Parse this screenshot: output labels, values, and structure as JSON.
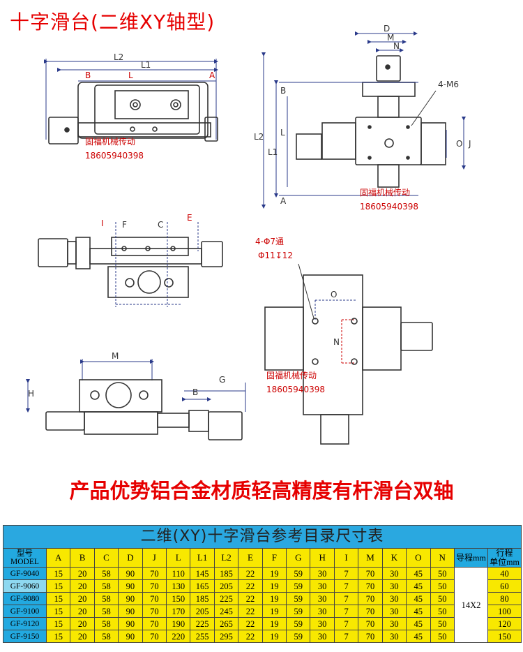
{
  "title": "十字滑台(二维XY轴型)",
  "watermark": {
    "company": "固福机械传动",
    "phone": "18605940398"
  },
  "drawing_labels": {
    "top_left": {
      "L2": "L2",
      "L1": "L1",
      "L": "L",
      "B": "B",
      "A": "A"
    },
    "top_right": {
      "D": "D",
      "M": "M",
      "N": "N",
      "hole": "4-M6",
      "B": "B",
      "L2": "L2",
      "L": "L",
      "L1": "L1",
      "A": "A",
      "O": "O",
      "J": "J"
    },
    "mid_left": {
      "I": "I",
      "F": "F",
      "C": "C",
      "E": "E"
    },
    "mid_right": {
      "hole1": "4-Φ7通",
      "hole2": "Φ11↧12",
      "O": "O",
      "N": "N"
    },
    "bottom_left": {
      "M": "M",
      "H": "H",
      "B": "B",
      "G": "G"
    }
  },
  "slogan": "产品优势铝合金材质轻高精度有杆滑台双轴",
  "table": {
    "caption": "二维(XY)十字滑台参考目录尺寸表",
    "model_header": [
      "型号",
      "MODEL"
    ],
    "columns": [
      "A",
      "B",
      "C",
      "D",
      "J",
      "L",
      "L1",
      "L2",
      "E",
      "F",
      "G",
      "H",
      "I",
      "M",
      "K",
      "O",
      "N"
    ],
    "lead_header": "导程mm",
    "stroke_header": [
      "行程",
      "单位mm"
    ],
    "lead_value": "14X2",
    "rows": [
      {
        "model": "GF-9040",
        "values": [
          "15",
          "20",
          "58",
          "90",
          "70",
          "110",
          "145",
          "185",
          "22",
          "19",
          "59",
          "30",
          "7",
          "70",
          "30",
          "45",
          "50"
        ],
        "stroke": "40"
      },
      {
        "model": "GF-9060",
        "values": [
          "15",
          "20",
          "58",
          "90",
          "70",
          "130",
          "165",
          "205",
          "22",
          "19",
          "59",
          "30",
          "7",
          "70",
          "30",
          "45",
          "50"
        ],
        "stroke": "60"
      },
      {
        "model": "GF-9080",
        "values": [
          "15",
          "20",
          "58",
          "90",
          "70",
          "150",
          "185",
          "225",
          "22",
          "19",
          "59",
          "30",
          "7",
          "70",
          "30",
          "45",
          "50"
        ],
        "stroke": "80"
      },
      {
        "model": "GF-9100",
        "values": [
          "15",
          "20",
          "58",
          "90",
          "70",
          "170",
          "205",
          "245",
          "22",
          "19",
          "59",
          "30",
          "7",
          "70",
          "30",
          "45",
          "50"
        ],
        "stroke": "100"
      },
      {
        "model": "GF-9120",
        "values": [
          "15",
          "20",
          "58",
          "90",
          "70",
          "190",
          "225",
          "265",
          "22",
          "19",
          "59",
          "30",
          "7",
          "70",
          "30",
          "45",
          "50"
        ],
        "stroke": "120"
      },
      {
        "model": "GF-9150",
        "values": [
          "15",
          "20",
          "58",
          "90",
          "70",
          "220",
          "255",
          "295",
          "22",
          "19",
          "59",
          "30",
          "7",
          "70",
          "30",
          "45",
          "50"
        ],
        "stroke": "150"
      }
    ]
  }
}
